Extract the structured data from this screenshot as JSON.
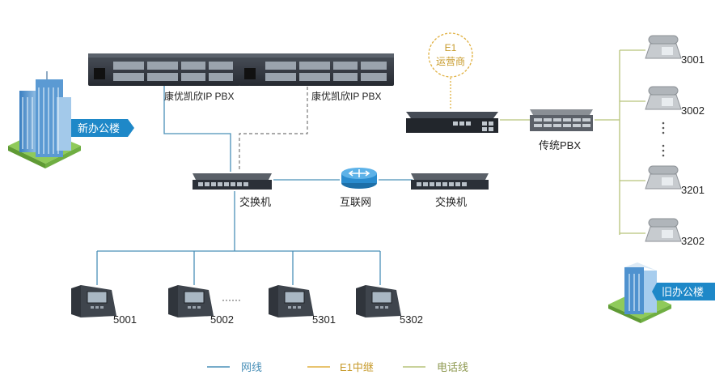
{
  "colors": {
    "network": "#4a90b8",
    "e1": "#e0b040",
    "phone": "#b7c47a",
    "tag_bg": "#1e88c8",
    "tag_text": "#ffffff",
    "device_dark": "#2b3038",
    "device_mid": "#454b55"
  },
  "labels": {
    "pbx_left": "康优凯欣IP PBX",
    "pbx_right": "康优凯欣IP PBX",
    "switch_left": "交换机",
    "switch_right": "交换机",
    "internet": "互联网",
    "e1_line1": "E1",
    "e1_line2": "运营商",
    "legacy_pbx": "传统PBX",
    "new_building": "新办公楼",
    "old_building": "旧办公楼",
    "ellipsis_h": "······",
    "ellipsis_v": "·\n·\n·"
  },
  "ip_phones": [
    {
      "ext": "5001"
    },
    {
      "ext": "5002"
    },
    {
      "ext": "5301"
    },
    {
      "ext": "5302"
    }
  ],
  "analog_phones": [
    {
      "ext": "3001"
    },
    {
      "ext": "3002"
    },
    {
      "ext": "3201"
    },
    {
      "ext": "3202"
    }
  ],
  "legend": [
    {
      "key": "network",
      "label": "网线",
      "color": "#4a90b8"
    },
    {
      "key": "e1",
      "label": "E1中继",
      "color": "#e0b040"
    },
    {
      "key": "phone",
      "label": "电话线",
      "color": "#b7c47a"
    }
  ]
}
